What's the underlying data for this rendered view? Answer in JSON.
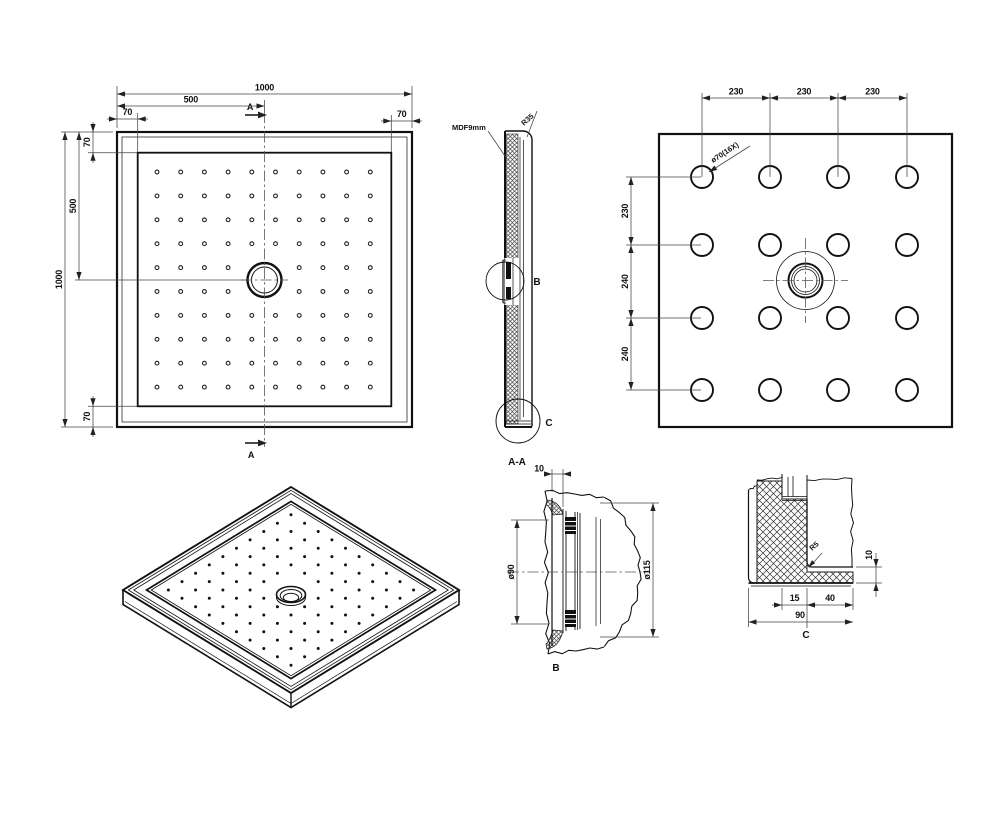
{
  "drawing": {
    "plan": {
      "section_marker_top": "A",
      "section_marker_bottom": "A",
      "dim_width_total": "1000",
      "dim_width_half": "500",
      "dim_edge_top_left": "70",
      "dim_edge_top_right": "70",
      "dim_height_total": "1000",
      "dim_height_half": "500",
      "dim_edge_left_top": "70",
      "dim_edge_left_bottom": "70"
    },
    "section": {
      "label": "A-A",
      "material_callout": "MDF9mm",
      "radius_callout": "R35",
      "detail_b_marker": "B",
      "detail_c_marker": "C"
    },
    "bottom_view": {
      "dims_top": [
        "230",
        "230",
        "230"
      ],
      "dims_left": [
        "230",
        "240",
        "240"
      ],
      "hole_callout": "ø70(16X)"
    },
    "detail_b": {
      "label": "B",
      "dim_lip": "10",
      "dim_inner_dia": "ø90",
      "dim_outer_dia": "ø115"
    },
    "detail_c": {
      "label": "C",
      "radius_callout": "R5",
      "dim_thickness": "10",
      "dim_groove": "15",
      "dim_floor": "40",
      "dim_total": "90"
    },
    "grids": {
      "plan_dots": {
        "cols": 10,
        "rows": 10
      },
      "bottom_holes": {
        "cols": 4,
        "rows": 4
      },
      "iso_dots": {
        "cols": 10,
        "rows": 10
      }
    },
    "colors": {
      "line": "#111111",
      "background": "#ffffff"
    }
  }
}
